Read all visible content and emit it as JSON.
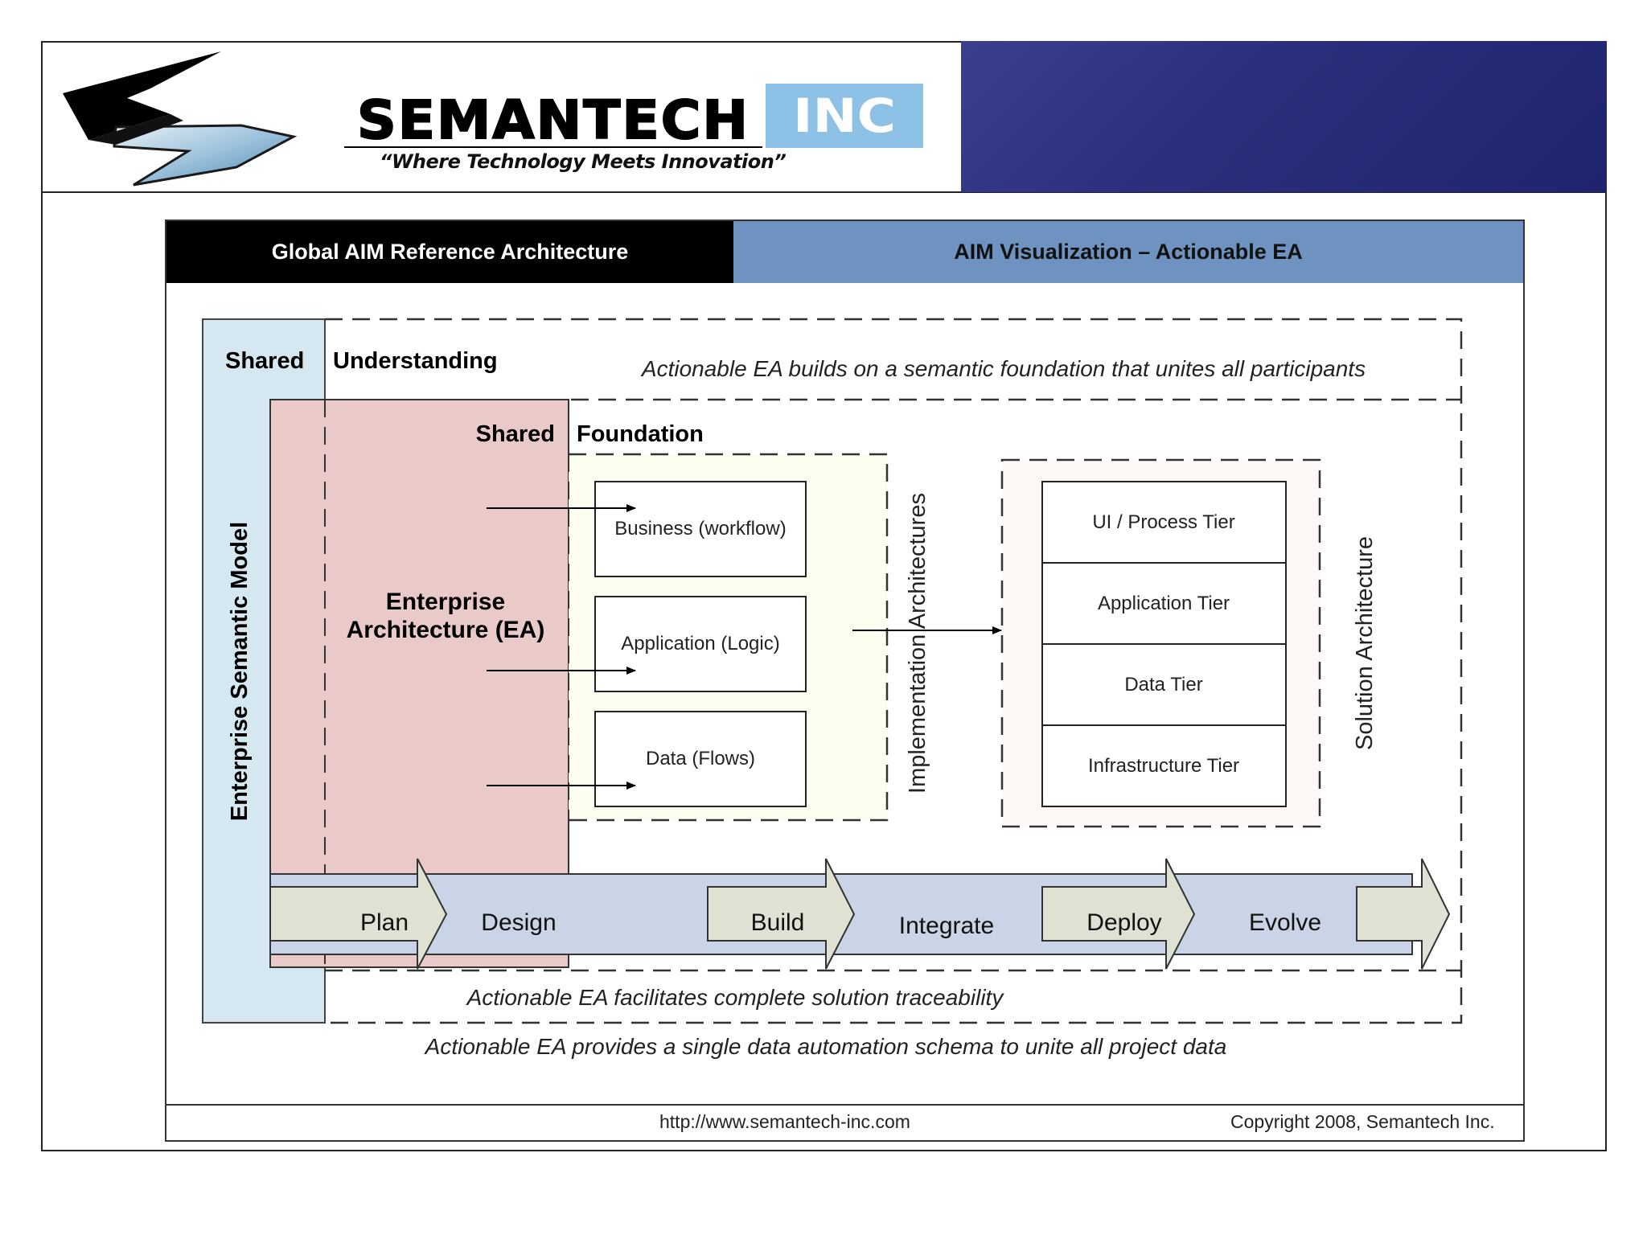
{
  "header": {
    "company_name": "SEMANTECH",
    "company_suffix": "INC",
    "tagline": "“Where Technology Meets Innovation”",
    "brand_blue": "#8ec1e6",
    "band_color": "#2b2f7d"
  },
  "tabs": {
    "left": "Global AIM Reference Architecture",
    "right": "AIM Visualization – Actionable EA"
  },
  "diagram": {
    "shared_label": "Shared",
    "understanding_label": "Understanding",
    "understanding_caption": "Actionable EA builds on a semantic foundation that unites all participants",
    "enterprise_semantic_model": "Enterprise Semantic Model",
    "shared_foundation_shared": "Shared",
    "shared_foundation_foundation": "Foundation",
    "ea_line1": "Enterprise",
    "ea_line2": "Architecture (EA)",
    "impl_boxes": [
      "Business (workflow)",
      "Application (Logic)",
      "Data (Flows)"
    ],
    "impl_label": "Implementation Architectures",
    "tiers": [
      "UI / Process Tier",
      "Application Tier",
      "Data Tier",
      "Infrastructure Tier"
    ],
    "solution_label": "Solution Architecture",
    "phases": [
      "Plan",
      "Design",
      "Build",
      "Integrate",
      "Deploy",
      "Evolve"
    ],
    "traceability_caption": "Actionable EA facilitates complete solution traceability",
    "schema_caption": "Actionable EA provides a single data automation schema to unite all project data",
    "colors": {
      "semantic_model": "#d5e8f2",
      "ea_block": "#eac9c9",
      "implementation": "#fdfdf0",
      "solution": "#fdf7f6",
      "lifecycle_bar": "#c9d4e6",
      "phase_arrow": "#dfe1d2"
    }
  },
  "footer": {
    "url": "http://www.semantech-inc.com",
    "copyright": "Copyright 2008, Semantech Inc."
  }
}
